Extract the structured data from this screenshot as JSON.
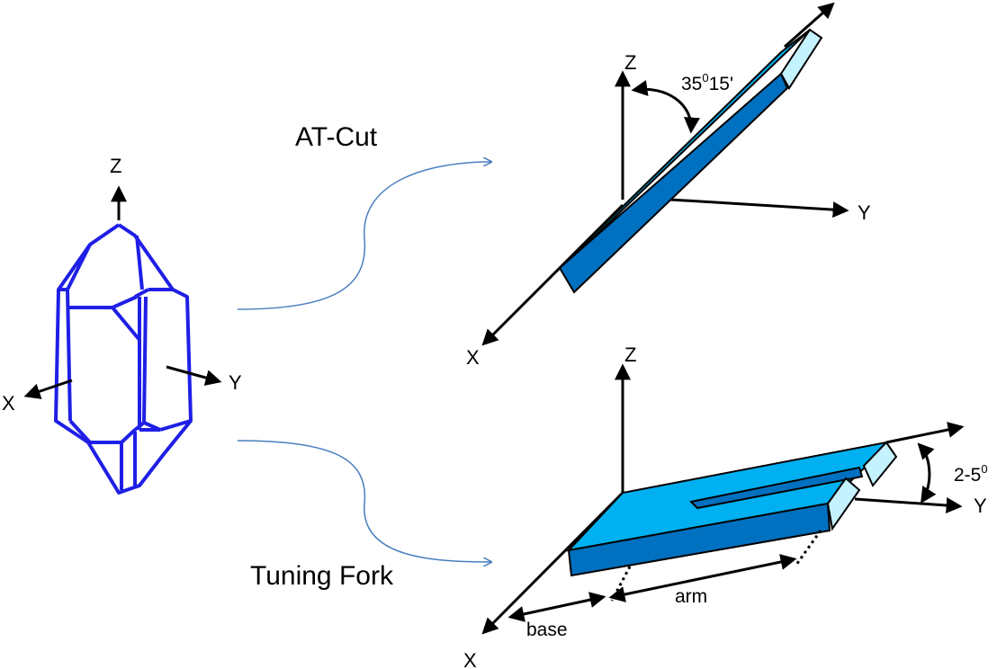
{
  "labels": {
    "crystal": {
      "z": "Z",
      "x": "X",
      "y": "Y"
    },
    "at_cut": {
      "title": "AT-Cut",
      "z": "Z",
      "y": "Y",
      "x": "X",
      "angle_main": "35",
      "angle_sup": "0",
      "angle_rest": "15'"
    },
    "tuning_fork": {
      "title": "Tuning Fork",
      "z": "Z",
      "y": "Y",
      "x": "X",
      "angle_main": "2-5",
      "angle_sup": "0",
      "arm": "arm",
      "base": "base"
    }
  },
  "colors": {
    "crystal": "#1f1fe6",
    "arrows": "#000000",
    "connector": "#4a7ebf",
    "plate_top": "#00b0f0",
    "plate_side": "#0070c0",
    "plate_end": "#c5f2ff"
  }
}
